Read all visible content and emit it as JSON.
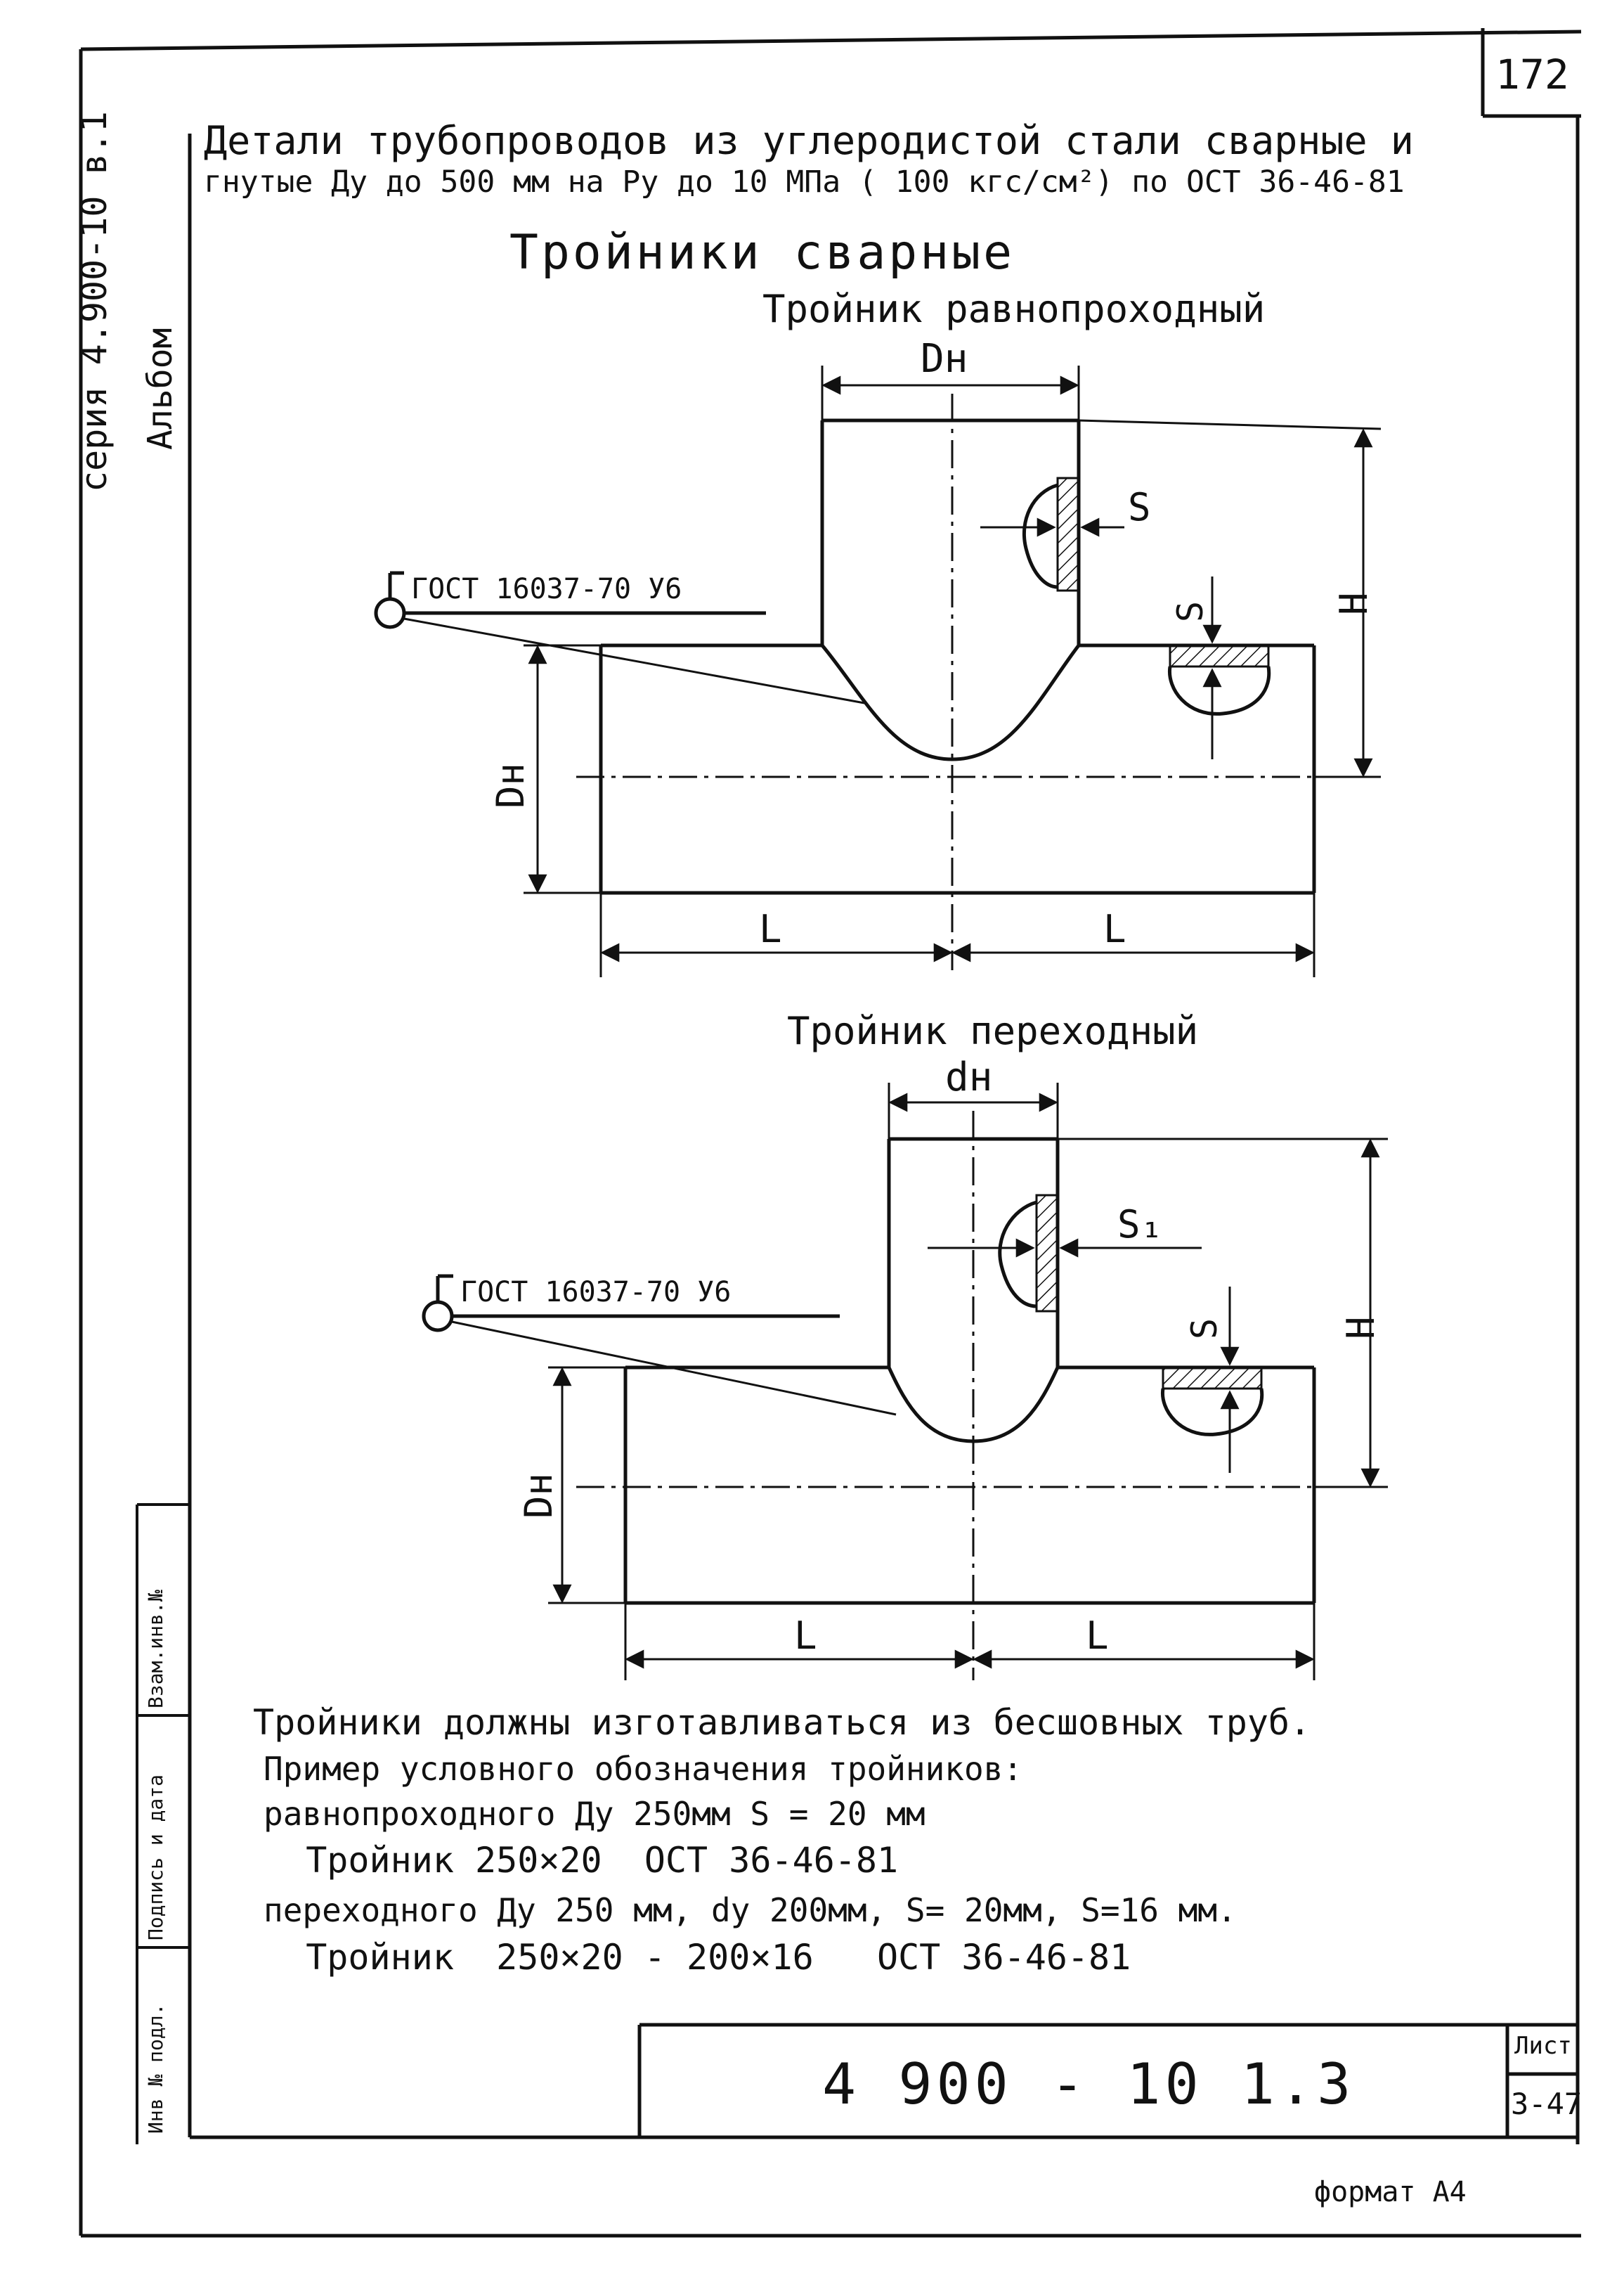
{
  "page_number": "172",
  "side_series": "серия 4.900-10 в.1",
  "side_album": "Альбом",
  "header": {
    "line1": "Детали трубопроводов из углеродистой стали сварные и",
    "line2": "гнутые Ду до 500 мм на Ру до 10 МПа ( 100 кгс/см²) по ОСТ 36-46-81"
  },
  "section_title": "Тройники сварные",
  "equal_tee": {
    "title": "Тройник равнопроходный",
    "dim_top": "Dн",
    "dim_side": "Dн",
    "dim_s_branch": "S",
    "dim_s_run": "S",
    "dim_h": "H",
    "dim_l_left": "L",
    "dim_l_right": "L",
    "weld_ref": "ГОСТ 16037-70 У6"
  },
  "reducing_tee": {
    "title": "Тройник переходный",
    "dim_top": "dн",
    "dim_side": "Dн",
    "dim_s_branch": "S₁",
    "dim_s_run": "S",
    "dim_h": "H",
    "dim_l_left": "L",
    "dim_l_right": "L",
    "weld_ref": "ГОСТ 16037-70 У6"
  },
  "notes": [
    "Тройники должны изготавливаться из бесшовных труб.",
    "Пример условного обозначения тройников:",
    "равнопроходного Ду 250мм S = 20 мм",
    "  Тройник 250×20  ОСТ 36-46-81",
    "переходного Ду 250 мм, dу 200мм, S= 20мм, S=16 мм.",
    "  Тройник  250×20 - 200×16   ОСТ 36-46-81"
  ],
  "stamp": {
    "doc_number": "4 900 - 10 1.3",
    "sheet_label": "Лист",
    "sheet_number": "3-47"
  },
  "left_strip": {
    "inv_orig": "Инв № подл.",
    "sign_date": "Подпись и дата",
    "replace_inv": "Взам.инв.№"
  },
  "format": "формат А4"
}
